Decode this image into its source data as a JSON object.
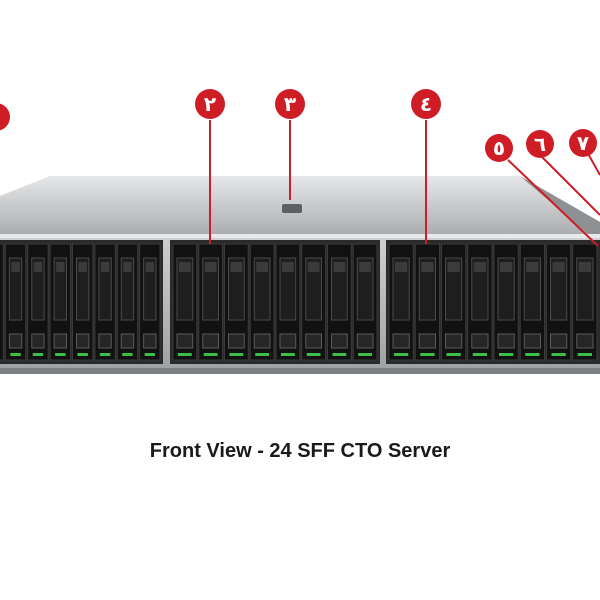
{
  "caption": "Front View - 24 SFF CTO Server",
  "colors": {
    "callout": "#cf1d25",
    "chassis": "#b9bcbf",
    "bay": "#1c1c1c",
    "led": "#3bbf4a"
  },
  "callouts": [
    {
      "id": "1",
      "label": ""
    },
    {
      "id": "2",
      "label": "٢"
    },
    {
      "id": "3",
      "label": "٣"
    },
    {
      "id": "4",
      "label": "٤"
    },
    {
      "id": "5",
      "label": "٥"
    },
    {
      "id": "6",
      "label": "٦"
    },
    {
      "id": "7",
      "label": "٧"
    }
  ],
  "drive_bays": {
    "count": 24,
    "per_cage": 8
  }
}
